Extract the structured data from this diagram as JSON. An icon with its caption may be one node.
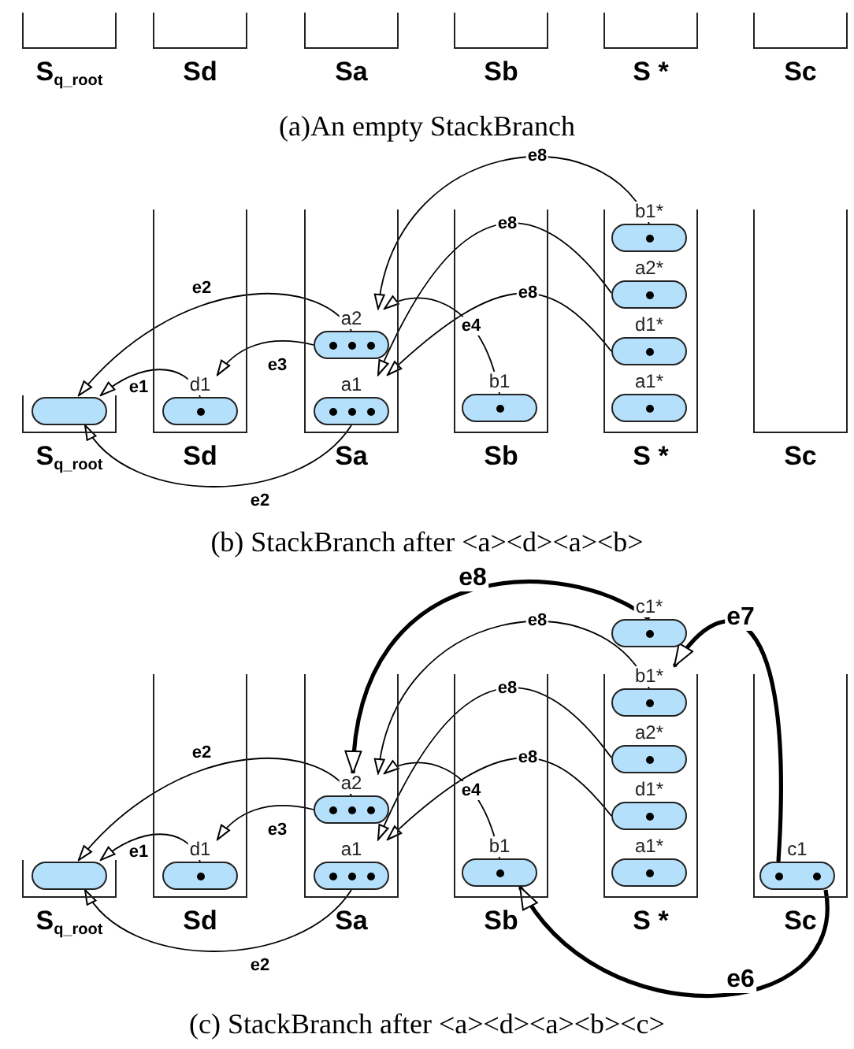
{
  "diagram": {
    "nodes": [
      {
        "text": [
          "S$_{q_root}$"
        ]
      },
      {
        "text": [
          "Sd"
        ]
      },
      {
        "text": [
          "Sa"
        ]
      },
      {
        "text": [
          "Sb"
        ]
      },
      {
        "text": [
          "S *"
        ]
      },
      {
        "text": [
          "Sc"
        ]
      },
      {
        "text": [
          "S$_{q_root}$"
        ]
      },
      {
        "text": [],
        "shape": "box",
        "in": 6
      },
      {
        "text": [
          "Sd"
        ]
      },
      {
        "text": [
          "d1"
        ],
        "in": 8
      },
      {
        "text": [
          "Sa"
        ]
      },
      {
        "text": [
          "a2"
        ],
        "in": 10
      },
      {
        "text": [
          "a1"
        ],
        "in": 10
      },
      {
        "text": [
          "Sb"
        ]
      },
      {
        "text": [
          "b1"
        ],
        "in": 13
      },
      {
        "text": [
          "S *"
        ]
      },
      {
        "text": [
          "b1*"
        ],
        "in": 15
      },
      {
        "text": [
          "a2*"
        ],
        "in": 15
      },
      {
        "text": [
          "d1*"
        ],
        "in": 15
      },
      {
        "text": [
          "a1*"
        ],
        "in": 15
      },
      {
        "text": [
          "Sc"
        ]
      },
      {
        "text": [
          "S$_{q_root}$"
        ]
      },
      {
        "text": [],
        "shape": "box",
        "in": 21
      },
      {
        "text": [
          "Sd"
        ]
      },
      {
        "text": [
          "d1"
        ],
        "in": 23
      },
      {
        "text": [
          "Sa"
        ]
      },
      {
        "text": [
          "a2"
        ],
        "in": 25
      },
      {
        "text": [
          "a1"
        ],
        "in": 25
      },
      {
        "text": [
          "Sb"
        ]
      },
      {
        "text": [
          "b1"
        ],
        "in": 28
      },
      {
        "text": [
          "c1*"
        ]
      },
      {
        "text": [
          "S *"
        ]
      },
      {
        "text": [
          "b1*"
        ],
        "in": 31
      },
      {
        "text": [
          "a2*"
        ],
        "in": 31
      },
      {
        "text": [
          "d1*"
        ],
        "in": 31
      },
      {
        "text": [
          "a1*"
        ],
        "in": 31
      },
      {
        "text": [
          "Sc"
        ]
      },
      {
        "text": [
          "c1"
        ],
        "in": 36
      }
    ],
    "edges": [
      {
        "from": 9,
        "to": 7,
        "arrow": "to",
        "label": "e1"
      },
      {
        "from": 11,
        "to": 7,
        "arrow": "to",
        "label": "e2"
      },
      {
        "from": 11,
        "to": 9,
        "arrow": "to",
        "label": "e3"
      },
      {
        "from": 12,
        "to": 7,
        "arrow": "to",
        "label": "e2"
      },
      {
        "from": 14,
        "to": 11,
        "arrow": "to",
        "label": "e4"
      },
      {
        "from": 16,
        "to": 11,
        "arrow": "to",
        "label": "e8"
      },
      {
        "from": 17,
        "to": 12,
        "arrow": "to",
        "label": "e8"
      },
      {
        "from": 18,
        "to": 12,
        "arrow": "to",
        "label": "e8"
      },
      {
        "from": 24,
        "to": 22,
        "arrow": "to",
        "label": "e1"
      },
      {
        "from": 26,
        "to": 22,
        "arrow": "to",
        "label": "e2"
      },
      {
        "from": 26,
        "to": 24,
        "arrow": "to",
        "label": "e3"
      },
      {
        "from": 27,
        "to": 22,
        "arrow": "to",
        "label": "e2"
      },
      {
        "from": 29,
        "to": 26,
        "arrow": "to",
        "label": "e4"
      },
      {
        "from": 32,
        "to": 26,
        "arrow": "to",
        "label": "e8"
      },
      {
        "from": 33,
        "to": 27,
        "arrow": "to",
        "label": "e8"
      },
      {
        "from": 34,
        "to": 27,
        "arrow": "to",
        "label": "e8"
      },
      {
        "from": 30,
        "to": 26,
        "arrow": "to",
        "label": "e8",
        "style": "thick"
      },
      {
        "from": 37,
        "to": 32,
        "arrow": "to",
        "label": "e7",
        "style": "thick"
      },
      {
        "from": 37,
        "to": 29,
        "arrow": "to",
        "label": "e6",
        "style": "thick"
      }
    ],
    "labels": [
      "(a)An empty StackBranch",
      "(b) StackBranch after <a><d><a><b>",
      "(c) StackBranch after <a><d><a><b><c>"
    ]
  }
}
